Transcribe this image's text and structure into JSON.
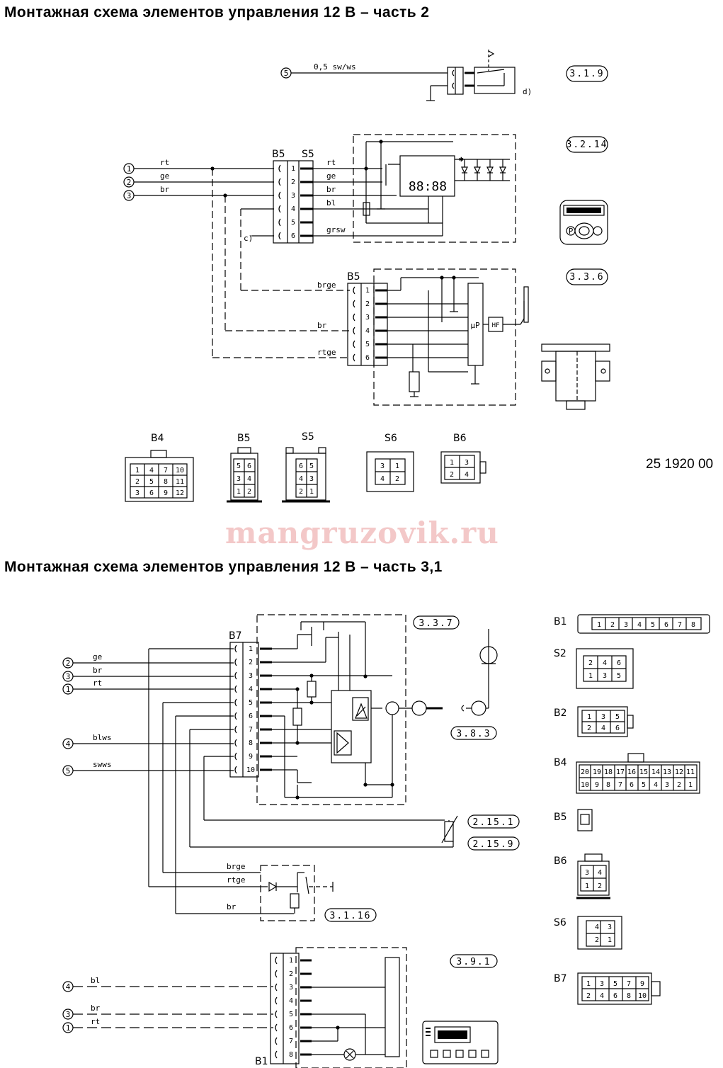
{
  "titles": {
    "part2": "Монтажная схема элементов управления 12 В – часть 2",
    "part31": "Монтажная схема элементов управления 12 В – часть 3,1"
  },
  "watermark": "mangruzovik.ru",
  "doc_number": "25 1920 00",
  "references": {
    "r319": "3.1.9",
    "r3214": "3.2.14",
    "r336": "3.3.6",
    "r337": "3.3.7",
    "r383": "3.8.3",
    "r2151": "2.15.1",
    "r2159": "2.15.9",
    "r3116": "3.1.16",
    "r391": "3.9.1"
  },
  "node_markers": [
    "1",
    "2",
    "3",
    "4",
    "5"
  ],
  "notes": {
    "c": "c)",
    "d": "d)"
  },
  "wires": {
    "w05": "0,5 sw/ws",
    "rt": "rt",
    "ge": "ge",
    "br": "br",
    "bl": "bl",
    "grsw": "grsw",
    "brge": "brge",
    "rtge": "rtge",
    "blws": "blws",
    "swws": "swws"
  },
  "connectors": {
    "B1": "B1",
    "B2": "B2",
    "B4": "B4",
    "B5": "B5",
    "B6": "B6",
    "B7": "B7",
    "S2": "S2",
    "S5": "S5",
    "S6": "S6"
  },
  "component_labels": {
    "display": "88:88",
    "mu_p": "µP",
    "hf": "HF",
    "p_button": "P"
  },
  "pin_numbers": {
    "p1": "1",
    "p2": "2",
    "p3": "3",
    "p4": "4",
    "p5": "5",
    "p6": "6",
    "p7": "7",
    "p8": "8",
    "p9": "9",
    "p10": "10",
    "p11": "11",
    "p12": "12",
    "p13": "13",
    "p14": "14",
    "p15": "15",
    "p16": "16",
    "p17": "17",
    "p18": "18",
    "p19": "19",
    "p20": "20"
  }
}
